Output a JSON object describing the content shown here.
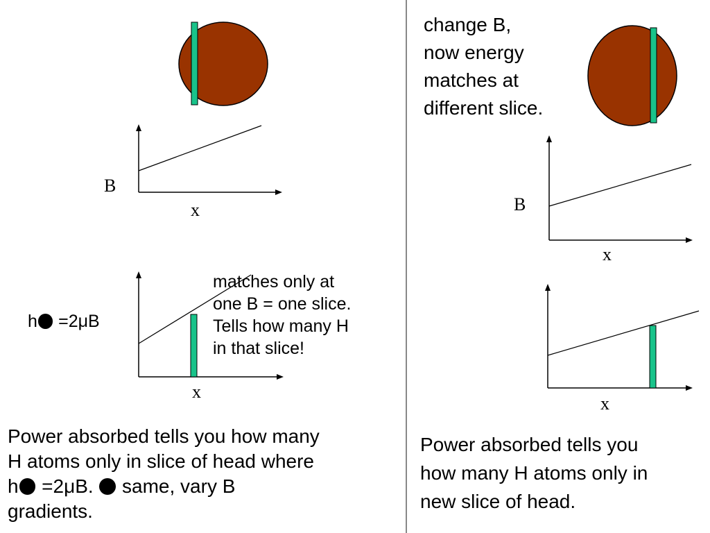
{
  "colors": {
    "head": "#993300",
    "slice": "#19c38a",
    "line": "#000000",
    "divider": "#888888"
  },
  "icons": {
    "dot": "filled-black-circle-icon"
  },
  "left": {
    "graph1": {
      "ylabel": "B",
      "xlabel": "x"
    },
    "graph2": {
      "ylabel_prefix": "h",
      "ylabel_suffix": " =2μB",
      "xlabel": "x"
    },
    "note": [
      "matches only at",
      "one B = one slice.",
      "Tells how many H",
      "in that slice!"
    ],
    "caption": {
      "line1": "Power absorbed tells you how many",
      "line2": "H atoms only in slice of head where",
      "line3_a": "h",
      "line3_b": " =2μB. ",
      "line3_c": " same, vary B",
      "line4": "gradients."
    }
  },
  "right": {
    "note": [
      "change B,",
      "now energy",
      "matches at",
      "different slice."
    ],
    "graph1": {
      "ylabel": "B",
      "xlabel": "x"
    },
    "graph2": {
      "xlabel": "x"
    },
    "caption": [
      "Power absorbed tells you",
      "how many H atoms only in",
      "new slice of head."
    ]
  }
}
